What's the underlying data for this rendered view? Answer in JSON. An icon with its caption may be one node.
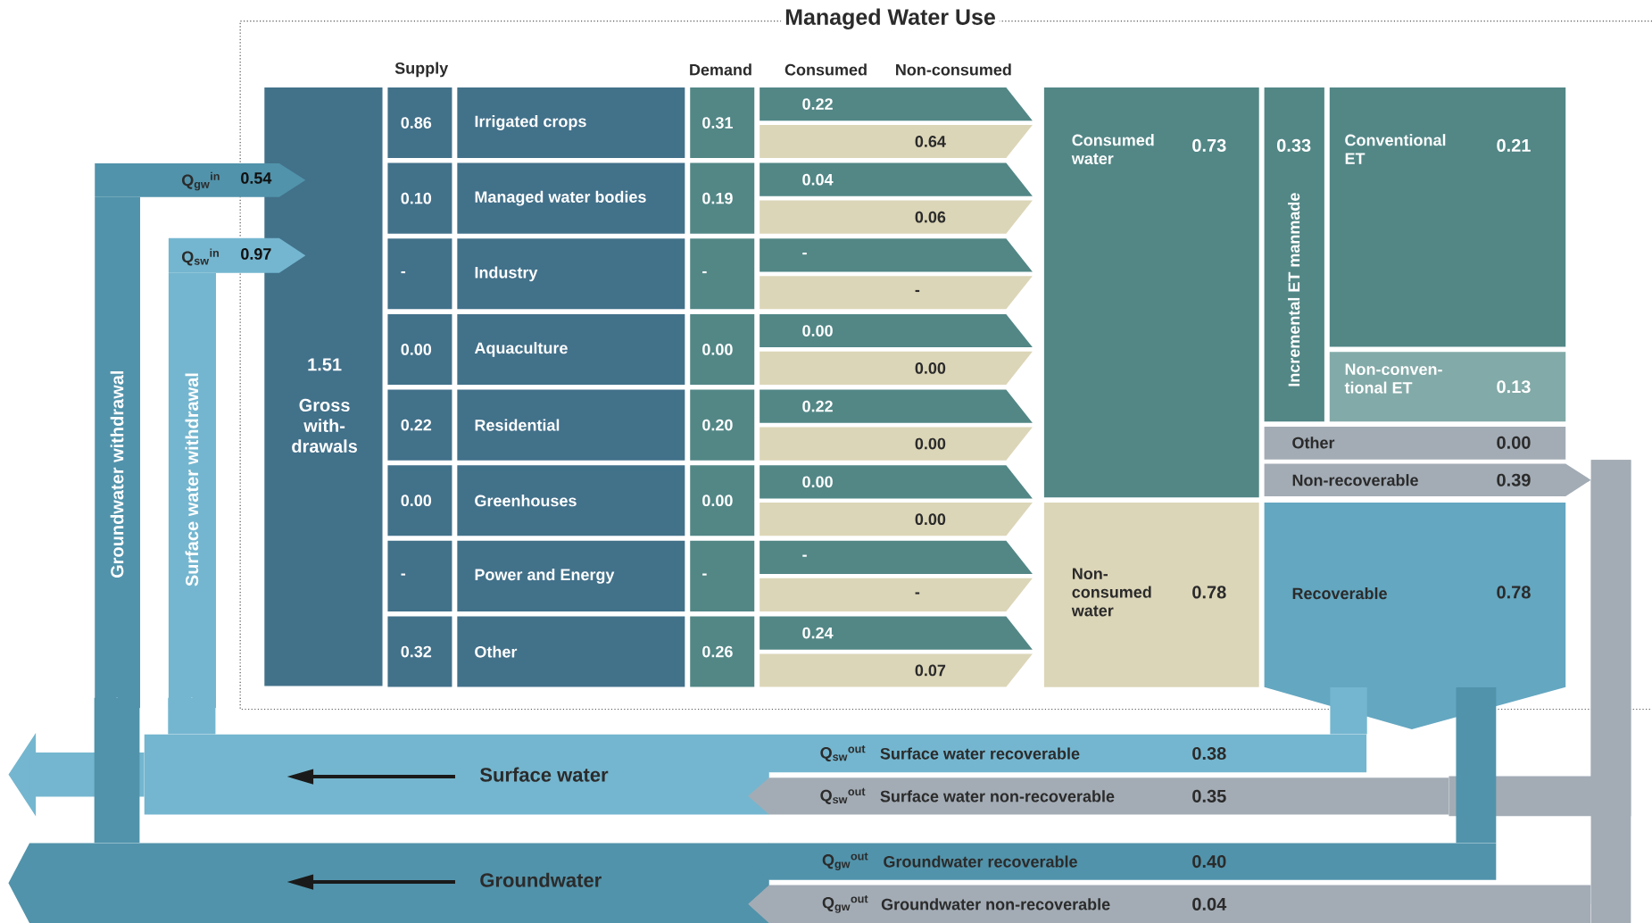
{
  "diagram": {
    "title": "Managed Water Use",
    "nodes": [
      {
        "text": [
          "1.51",
          "Gross with- drawals"
        ]
      },
      {
        "text": [
          "0.86"
        ]
      },
      {
        "text": [
          "Irrigated crops"
        ]
      },
      {
        "text": [
          "0.31"
        ]
      },
      {
        "text": [
          "0.22"
        ]
      },
      {
        "text": [
          "0.64"
        ]
      },
      {
        "text": [
          "0.10"
        ]
      },
      {
        "text": [
          "Managed water bodies"
        ]
      },
      {
        "text": [
          "0.19"
        ]
      },
      {
        "text": [
          "0.04"
        ]
      },
      {
        "text": [
          "0.06"
        ]
      },
      {
        "text": [
          "-"
        ]
      },
      {
        "text": [
          "Industry"
        ]
      },
      {
        "text": [
          "-"
        ]
      },
      {
        "text": [
          "-"
        ]
      },
      {
        "text": [
          "-"
        ]
      },
      {
        "text": [
          "0.00"
        ]
      },
      {
        "text": [
          "Aquaculture"
        ]
      },
      {
        "text": [
          "0.00"
        ]
      },
      {
        "text": [
          "0.00"
        ]
      },
      {
        "text": [
          "0.00"
        ]
      },
      {
        "text": [
          "0.22"
        ]
      },
      {
        "text": [
          "Residential"
        ]
      },
      {
        "text": [
          "0.20"
        ]
      },
      {
        "text": [
          "0.22"
        ]
      },
      {
        "text": [
          "0.00"
        ]
      },
      {
        "text": [
          "0.00"
        ]
      },
      {
        "text": [
          "Greenhouses"
        ]
      },
      {
        "text": [
          "0.00"
        ]
      },
      {
        "text": [
          "0.00"
        ]
      },
      {
        "text": [
          "0.00"
        ]
      },
      {
        "text": [
          "-"
        ]
      },
      {
        "text": [
          "Power and Energy"
        ]
      },
      {
        "text": [
          "-"
        ]
      },
      {
        "text": [
          "-"
        ]
      },
      {
        "text": [
          "-"
        ]
      },
      {
        "text": [
          "0.32"
        ]
      },
      {
        "text": [
          "Other"
        ]
      },
      {
        "text": [
          "0.26"
        ]
      },
      {
        "text": [
          "0.24"
        ]
      },
      {
        "text": [
          "0.07"
        ]
      },
      {
        "text": [
          "Consumed water",
          "0.73"
        ]
      },
      {
        "text": [
          "0.33",
          "Incremental ET manmade"
        ]
      },
      {
        "text": [
          "Conventional ET",
          "0.21"
        ]
      },
      {
        "text": [
          "Non-conven- tional ET",
          "0.13"
        ]
      },
      {
        "text": [
          "Other",
          "0.00"
        ]
      },
      {
        "text": [
          "Non-recoverable",
          "0.39"
        ]
      },
      {
        "text": [
          "Non- consumed water",
          "0.78"
        ]
      },
      {
        "text": [
          "Recoverable",
          "0.78"
        ]
      },
      {
        "text": [
          "Q$_{gw}$$^{in}$",
          "0.54"
        ]
      },
      {
        "text": [
          "Q$_{sw}$$^{in}$",
          "0.97"
        ]
      },
      {
        "text": [
          "Groundwater withdrawal"
        ]
      },
      {
        "text": [
          "Surface water withdrawal"
        ]
      },
      {
        "text": [
          "Surface water"
        ]
      },
      {
        "text": [
          "Groundwater"
        ]
      },
      {
        "text": [
          "Q$_{sw}$$^{out}$",
          "Surface water recoverable",
          "0.38"
        ]
      },
      {
        "text": [
          "Q$_{sw}$$^{out}$",
          "Surface water non-recoverable",
          "0.35"
        ]
      },
      {
        "text": [
          "Q$_{gw}$$^{out}$",
          "Groundwater recoverable",
          "0.40"
        ]
      },
      {
        "text": [
          "Q$_{gw}$$^{out}$",
          "Groundwater non-recoverable",
          "0.04"
        ]
      }
    ],
    "edges": [
      {
        "from": 46,
        "to": 56,
        "arrow": "none",
        "color": "#a3acb5"
      },
      {
        "from": 46,
        "to": 58,
        "arrow": "none",
        "color": "#a3acb5"
      },
      {
        "from": 48,
        "to": 55,
        "arrow": "none",
        "color": "#74b6cf"
      },
      {
        "from": 48,
        "to": 57,
        "arrow": "none",
        "color": "#5193ab"
      },
      {
        "from": 53,
        "to": null,
        "arrow": "to",
        "color": "#74b6cf"
      },
      {
        "from": 54,
        "to": 51,
        "arrow": "none",
        "color": "#5193ab"
      },
      {
        "from": 53,
        "to": 52,
        "arrow": "none",
        "color": "#74b6cf"
      }
    ],
    "labels": [
      "Supply",
      "Demand",
      "Consumed",
      "Non-consumed"
    ]
  }
}
